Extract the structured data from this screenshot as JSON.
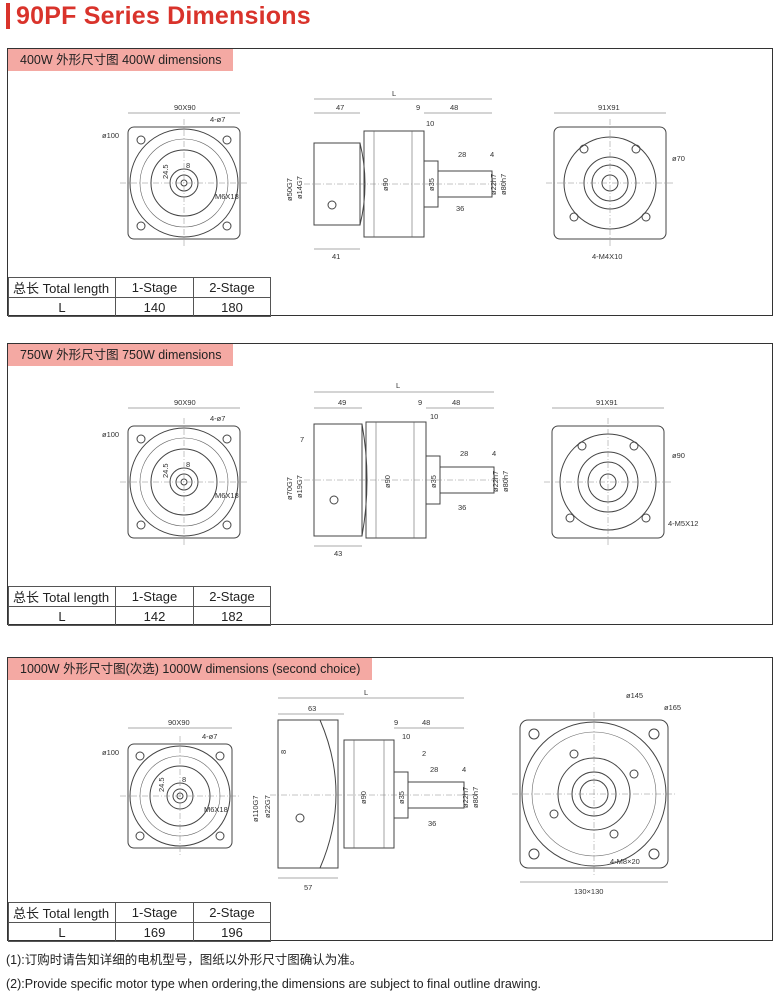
{
  "header": {
    "title": "90PF Series Dimensions",
    "accent_color": "#d9332b"
  },
  "label_color": "#f4a9a3",
  "panels": [
    {
      "label": "400W 外形尺寸图 400W dimensions",
      "front": {
        "size": "90X90",
        "holes": "4-ø7",
        "pcd": "ø100",
        "d1": "24.5",
        "d2": "8",
        "thread": "M6X18"
      },
      "side": {
        "L": "L",
        "d_47": "47",
        "d_9": "9",
        "d_48": "48",
        "d_10": "10",
        "d_28": "28",
        "d_4": "4",
        "d_36": "36",
        "d_41": "41",
        "v1": "ø50G7",
        "v2": "ø14G7",
        "v3": "ø90",
        "v4": "ø35",
        "v5": "ø22h7",
        "v6": "ø80h7"
      },
      "rear": {
        "size": "91X91",
        "dia": "ø70",
        "holes": "4-M4X10"
      },
      "table": {
        "h_total": "总长 Total length",
        "h_s1": "1-Stage",
        "h_s2": "2-Stage",
        "row_label": "L",
        "s1": "140",
        "s2": "180"
      }
    },
    {
      "label": "750W 外形尺寸图 750W dimensions",
      "front": {
        "size": "90X90",
        "holes": "4-ø7",
        "pcd": "ø100",
        "d1": "24.5",
        "d2": "8",
        "thread": "M6X18"
      },
      "side": {
        "L": "L",
        "d_49": "49",
        "d_9": "9",
        "d_48": "48",
        "d_10": "10",
        "d_7": "7",
        "d_28": "28",
        "d_4": "4",
        "d_36": "36",
        "d_43": "43",
        "v1": "ø70G7",
        "v2": "ø19G7",
        "v3": "ø90",
        "v4": "ø35",
        "v5": "ø22h7",
        "v6": "ø80h7"
      },
      "rear": {
        "size": "91X91",
        "dia": "ø90",
        "holes": "4-M5X12"
      },
      "table": {
        "h_total": "总长 Total length",
        "h_s1": "1-Stage",
        "h_s2": "2-Stage",
        "row_label": "L",
        "s1": "142",
        "s2": "182"
      }
    },
    {
      "label": "1000W 外形尺寸图(次选) 1000W dimensions (second choice)",
      "front": {
        "size": "90X90",
        "holes": "4-ø7",
        "pcd": "ø100",
        "d1": "24.5",
        "d2": "8",
        "thread": "M6X18"
      },
      "side": {
        "L": "L",
        "d_63": "63",
        "d_9": "9",
        "d_48": "48",
        "d_10": "10",
        "d_8": "8",
        "d_2": "2",
        "d_28": "28",
        "d_4": "4",
        "d_36": "36",
        "d_57": "57",
        "v1": "ø110G7",
        "v2": "ø22G7",
        "v3": "ø90",
        "v4": "ø35",
        "v5": "ø22h7",
        "v6": "ø80h7"
      },
      "rear": {
        "dia1": "ø145",
        "dia2": "ø165",
        "holes": "4-M8×20",
        "size": "130×130"
      },
      "table": {
        "h_total": "总长 Total length",
        "h_s1": "1-Stage",
        "h_s2": "2-Stage",
        "row_label": "L",
        "s1": "169",
        "s2": "196"
      }
    }
  ],
  "notes": [
    "(1):订购时请告知详细的电机型号，图纸以外形尺寸图确认为准。",
    "(2):Provide specific motor type when ordering,the dimensions are subject to final outline drawing."
  ]
}
